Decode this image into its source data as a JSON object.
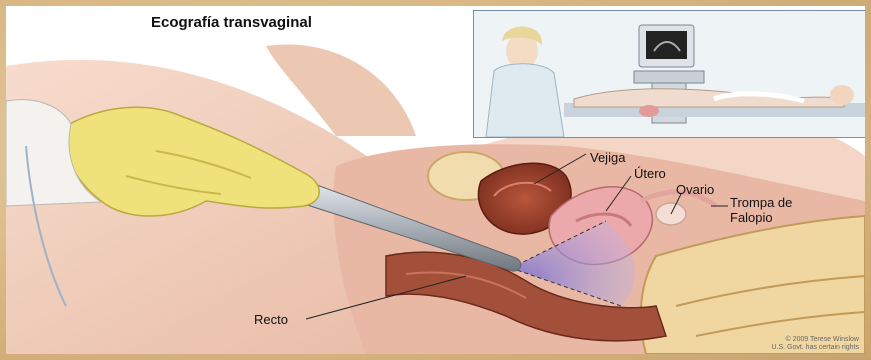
{
  "title": "Ecografía transvaginal",
  "labels": {
    "bladder": "Vejiga",
    "uterus": "Útero",
    "ovary": "Ovario",
    "tube_line1": "Trompa de",
    "tube_line2": "Falopio",
    "rectum": "Recto"
  },
  "copyright": {
    "line1": "© 2009 Terese Winslow",
    "line2": "U.S. Govt. has certain rights"
  },
  "colors": {
    "background": "#d9b98a",
    "skin": "#f1d2c2",
    "glove": "#efe07a",
    "probe": "#b9bfc6",
    "bladder": "#a2452f",
    "uterus": "#e8a6a8",
    "ultrasound_beam": "#8d7fd6"
  }
}
